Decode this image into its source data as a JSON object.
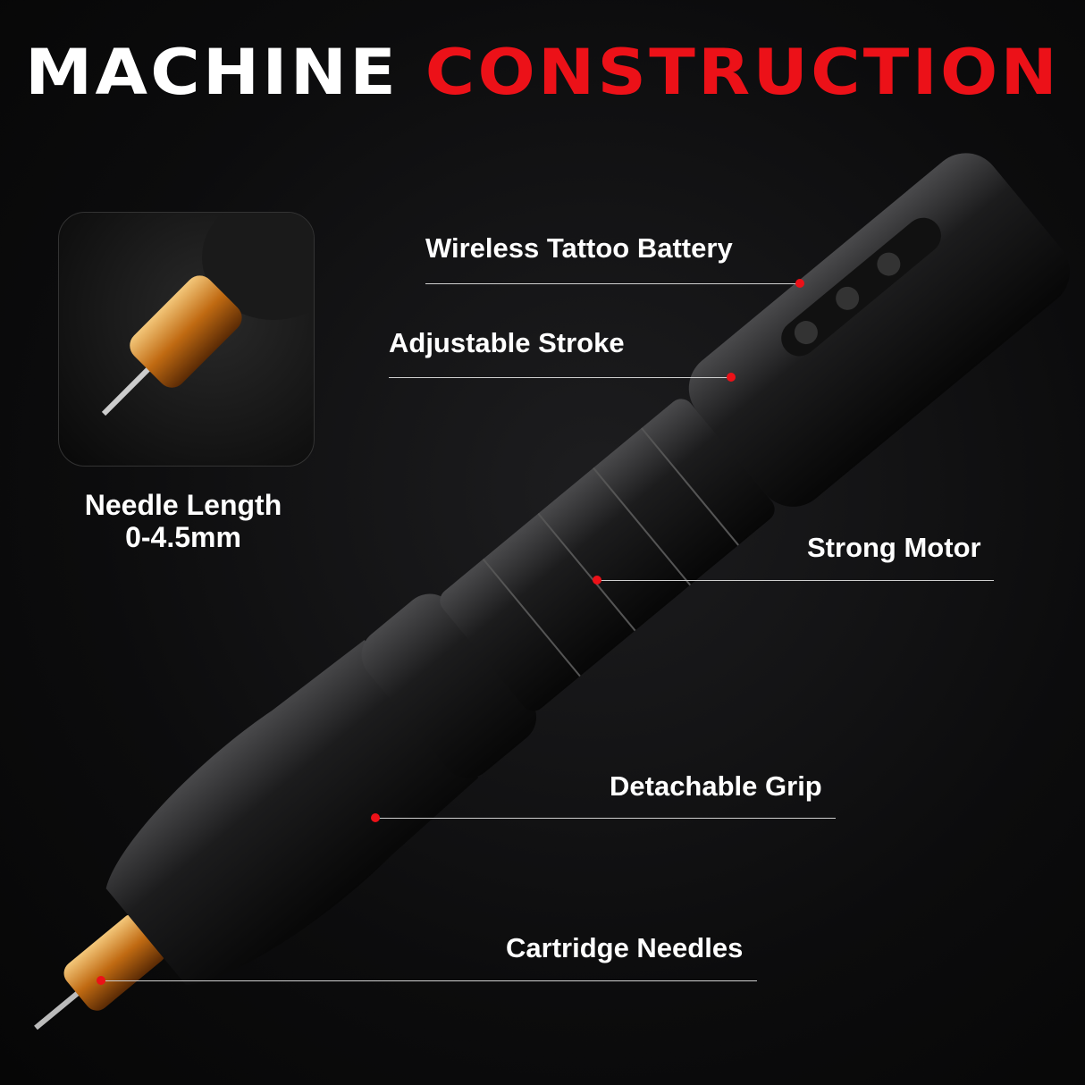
{
  "title": {
    "part1": "MACHINE",
    "part2": "CONSTRUCTION"
  },
  "colors": {
    "accent": "#ec1118",
    "background": "#0c0c0d",
    "text": "#ffffff"
  },
  "inset": {
    "label_line1": "Needle Length",
    "label_line2": "0-4.5mm"
  },
  "callouts": [
    {
      "label": "Wireless Tattoo Battery"
    },
    {
      "label": "Adjustable Stroke"
    },
    {
      "label": "Strong Motor"
    },
    {
      "label": "Detachable Grip"
    },
    {
      "label": "Cartridge Needles"
    }
  ],
  "battery_buttons": [
    "-",
    "power-icon",
    "+"
  ]
}
